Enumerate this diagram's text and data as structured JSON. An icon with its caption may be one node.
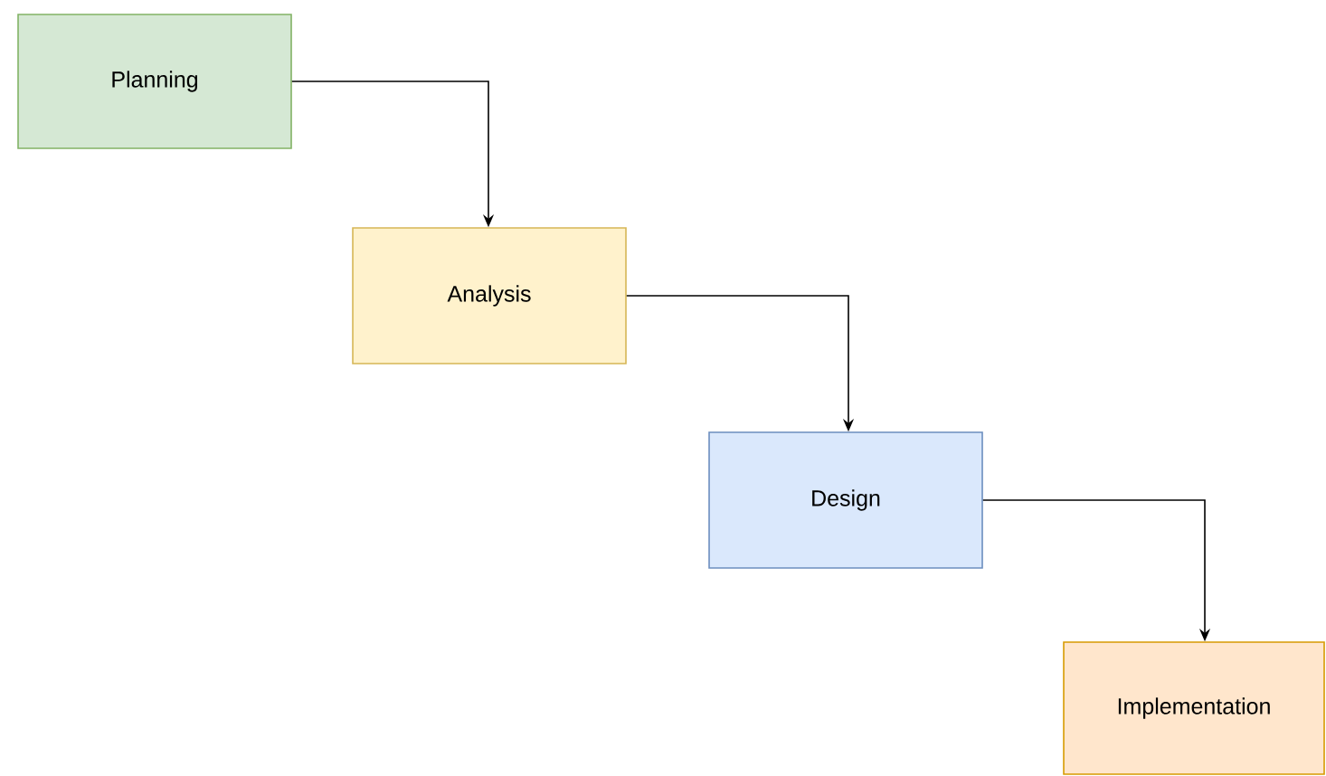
{
  "diagram": {
    "nodes": [
      {
        "text": [
          "Planning"
        ]
      },
      {
        "text": [
          "Analysis"
        ]
      },
      {
        "text": [
          "Design"
        ]
      },
      {
        "text": [
          "Implementation"
        ]
      }
    ],
    "edges": [
      {
        "from": 0,
        "to": 1,
        "arrow": "to"
      },
      {
        "from": 1,
        "to": 2,
        "arrow": "to"
      },
      {
        "from": 2,
        "to": 3,
        "arrow": "to"
      }
    ]
  }
}
